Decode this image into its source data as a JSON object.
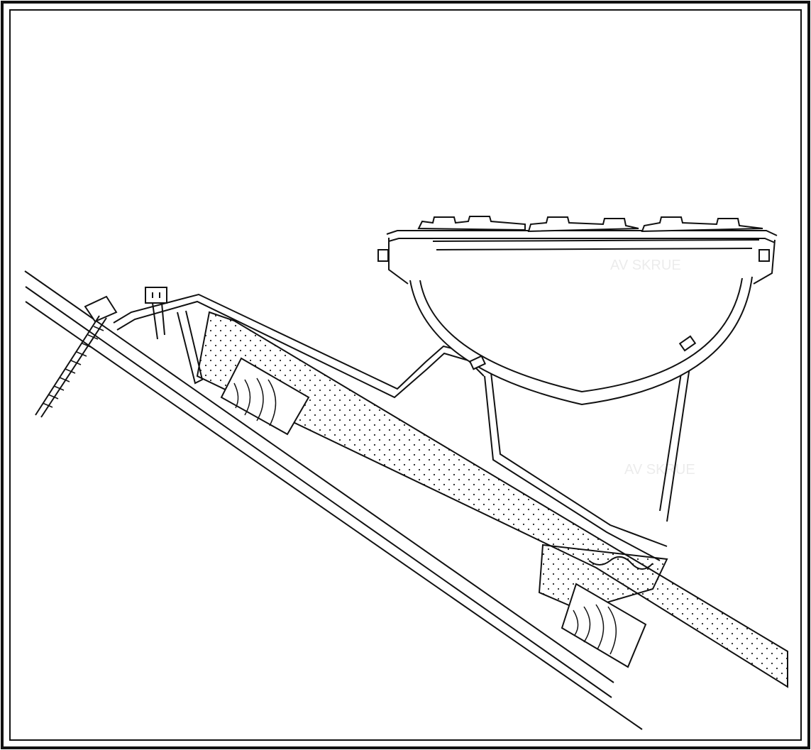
{
  "figure": {
    "subject": "roof-mounted gutter / snow-guard bracket on tiled roof",
    "colors": {
      "line": "#1a1a1a",
      "background": "#ffffff",
      "ghost_text": "#f0f0f0"
    }
  },
  "ghost_text": [
    "AV SKRUE",
    "AV SKRUE"
  ]
}
